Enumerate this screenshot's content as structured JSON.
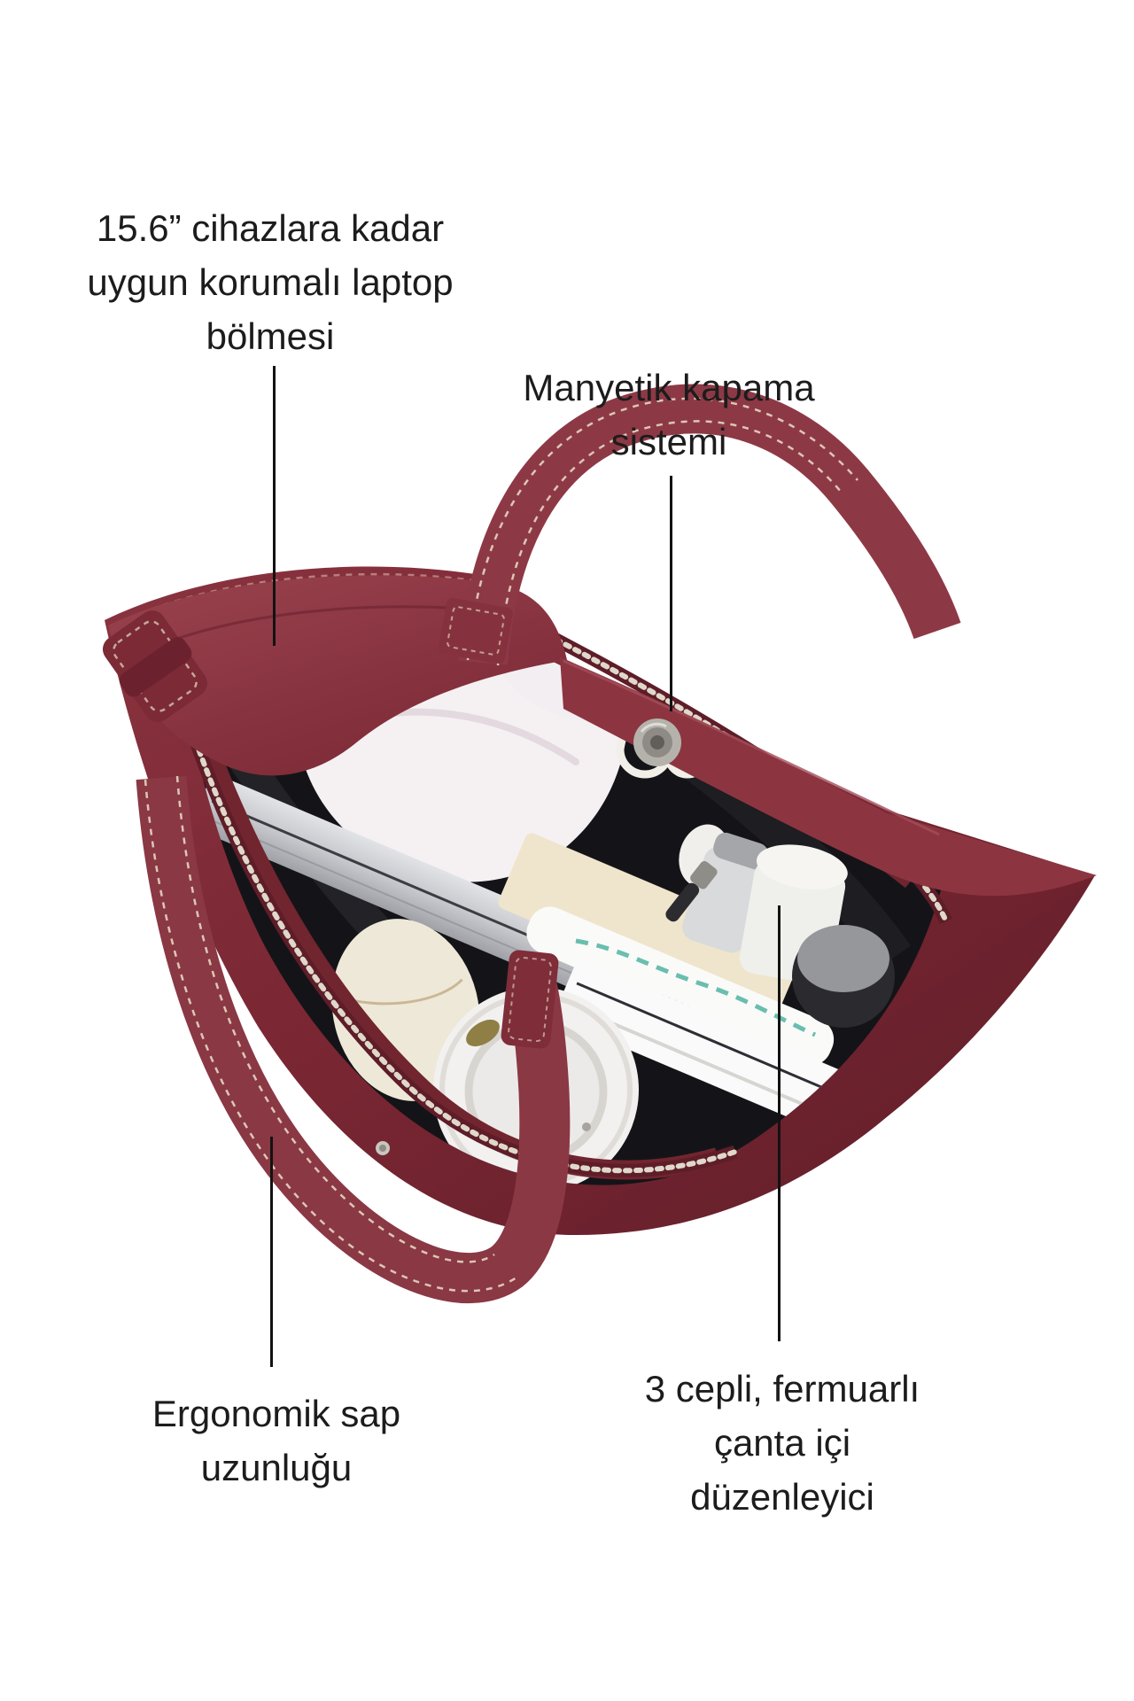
{
  "page": {
    "background_color": "#ffffff",
    "text_color": "#1c1c1c",
    "callout_line_color": "#121212"
  },
  "annotations": [
    {
      "id": "laptop-compartment",
      "lines": [
        "15.6” cihazlara kadar",
        "uygun korumalı laptop",
        "bölmesi"
      ]
    },
    {
      "id": "magnetic-closure",
      "lines": [
        "Manyetik kapama",
        "sistemi"
      ]
    },
    {
      "id": "handle-length",
      "lines": [
        "Ergonomik sap",
        "uzunluğu"
      ]
    },
    {
      "id": "organizer",
      "lines": [
        "3 cepli, fermuarlı",
        "çanta içi",
        "düzenleyici"
      ]
    }
  ],
  "illustration": {
    "subject": "burgundy-leather-tote-bag-top-view",
    "parts": [
      "bag-body",
      "top-handle",
      "bottom-handle",
      "magnetic-snap",
      "zipper",
      "zipper-pull",
      "laptop",
      "white-cloth",
      "coffee-cup-lid",
      "egg-case",
      "notebooks",
      "cosmetic-bottles",
      "organizer-pockets"
    ],
    "colors": {
      "bag_burgundy": "#7a2733",
      "bag_burgundy_dark": "#641f2a",
      "bag_burgundy_light": "#8e3541",
      "interior_black": "#141418",
      "stitching_cream": "#e6d6c2",
      "zipper_teeth": "#dfd8cb",
      "metal_silver": "#b5b2ac"
    }
  }
}
